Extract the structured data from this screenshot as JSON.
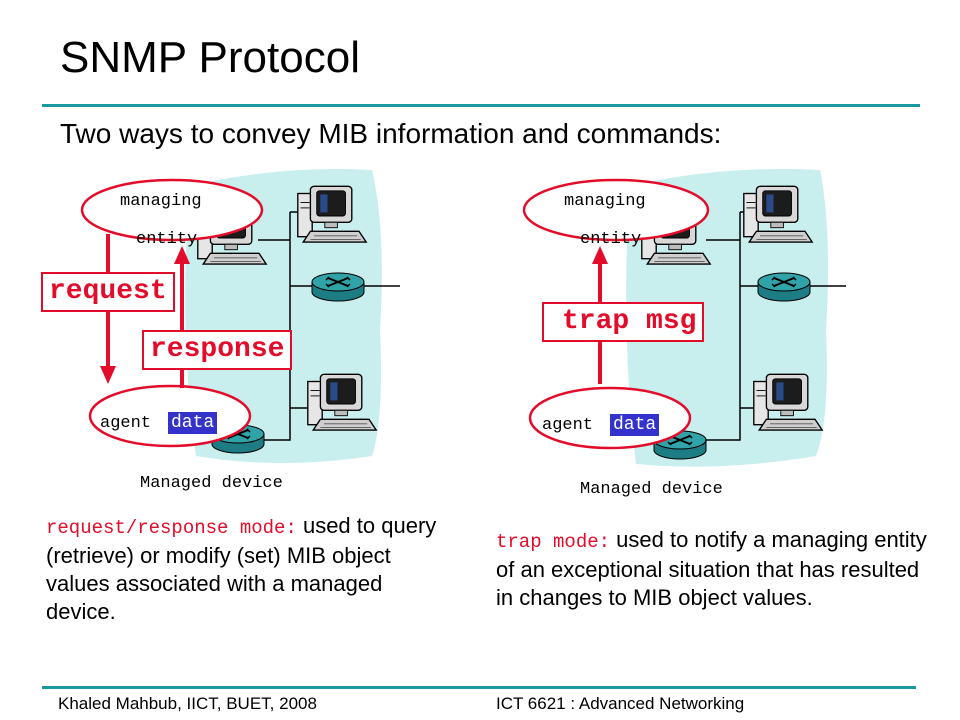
{
  "slide": {
    "title": "SNMP Protocol",
    "subtitle": "Two ways to convey MIB information and commands:"
  },
  "left_diagram": {
    "managing_label": "managing",
    "entity_label": "entity",
    "request_label": "request",
    "response_label": "response",
    "agent_label": "agent",
    "data_label": "data",
    "managed_device_label": "Managed device"
  },
  "right_diagram": {
    "managing_label": "managing",
    "entity_label": "entity",
    "trap_label": "trap msg",
    "agent_label": "agent",
    "data_label": "data",
    "managed_device_label": "Managed device"
  },
  "left_desc": {
    "mode": "request/response mode:",
    "text": " used to query (retrieve) or modify (set) MIB object values associated with a managed device."
  },
  "right_desc": {
    "mode": "trap mode:",
    "text": " used to notify a managing entity of an exceptional situation that has resulted in changes to MIB object values."
  },
  "footer": {
    "left": "Khaled Mahbub, IICT, BUET, 2008",
    "right": "ICT 6621 : Advanced Networking"
  },
  "colors": {
    "accent_rule": "#1a9aa0",
    "highlight_red": "#e30c2a",
    "data_blue": "#3333cc",
    "lan_bg": "#c8eeee"
  },
  "icons": [
    "computer-icon",
    "router-icon"
  ]
}
